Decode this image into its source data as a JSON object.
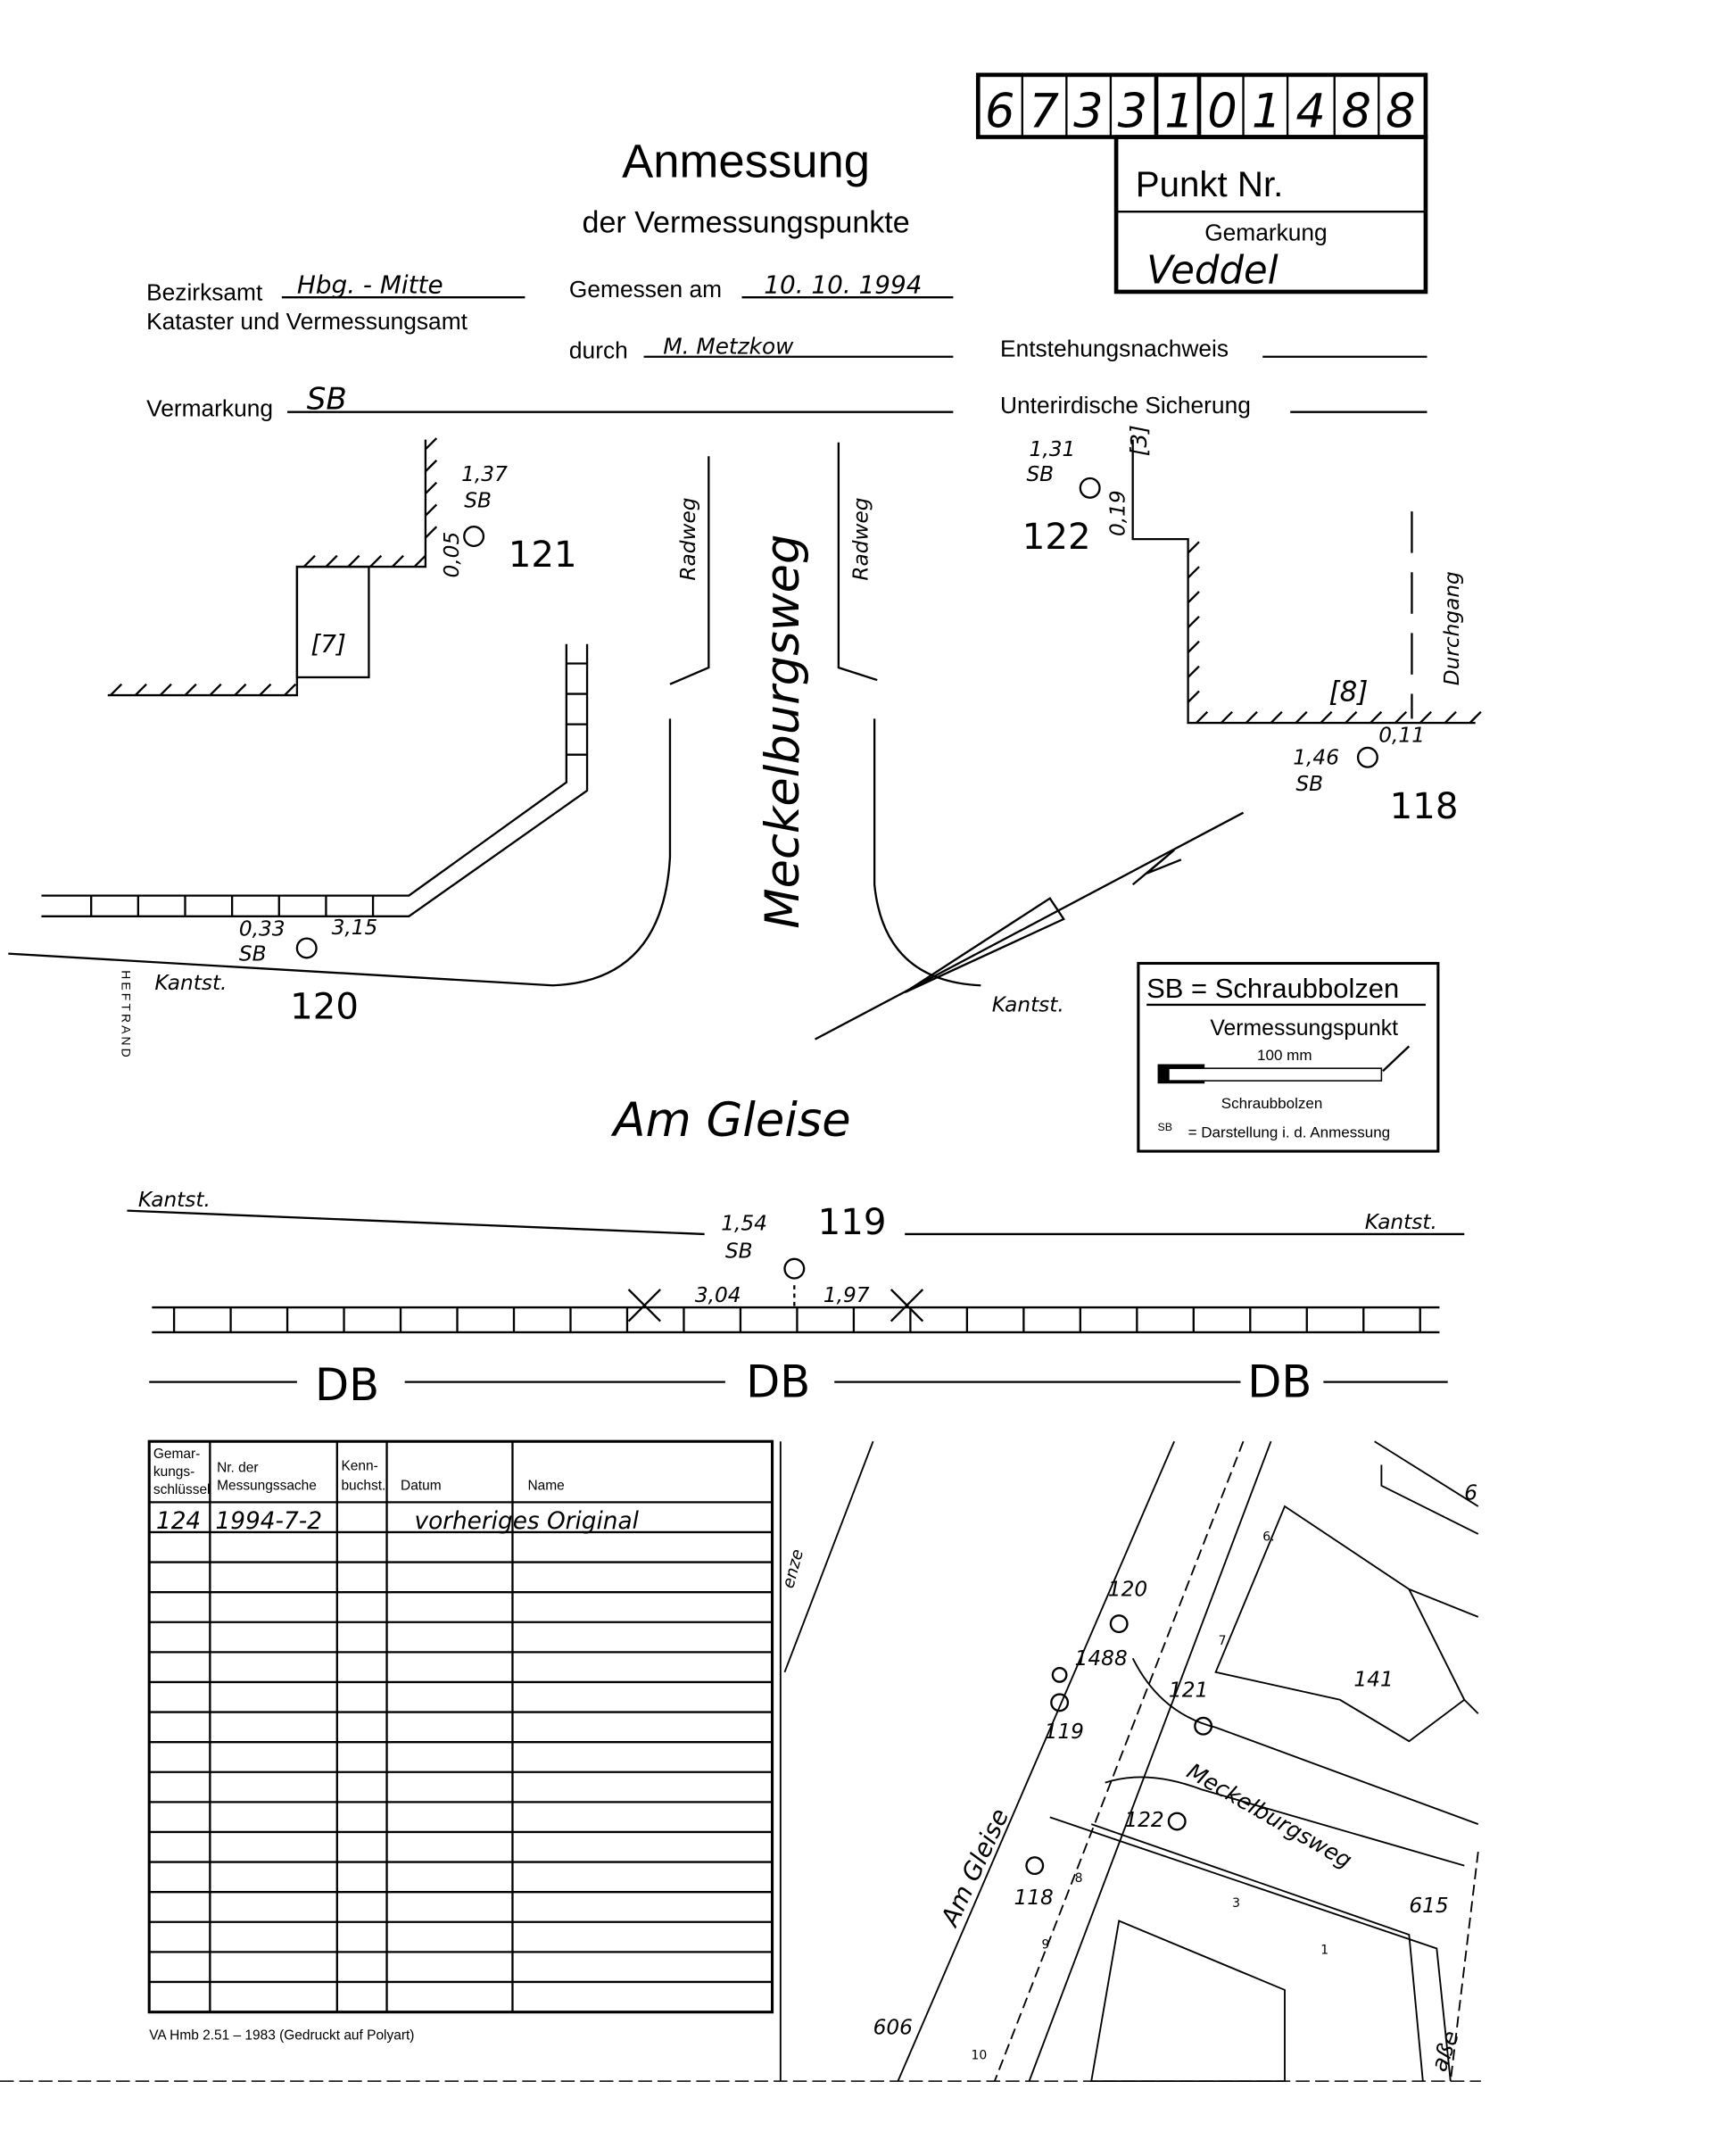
{
  "header": {
    "title": "Anmessung",
    "subtitle": "der Vermessungspunkte",
    "number_digits": [
      "6",
      "7",
      "3",
      "3",
      "1",
      "0",
      "1",
      "4",
      "8",
      "8"
    ],
    "punkt_label": "Punkt Nr.",
    "gemarkung_label": "Gemarkung",
    "gemarkung_value": "Veddel"
  },
  "form": {
    "bezirksamt_label": "Bezirksamt",
    "bezirksamt_value": "Hbg. - Mitte",
    "kataster_label": "Kataster und Vermessungsamt",
    "gemessen_label": "Gemessen am",
    "gemessen_value": "10. 10. 1994",
    "durch_label": "durch",
    "durch_value": "M. Metzkow",
    "vermarkung_label": "Vermarkung",
    "vermarkung_value": "SB",
    "entstehung_label": "Entstehungsnachweis",
    "sicherung_label": "Unterirdische Sicherung"
  },
  "sketch": {
    "points": [
      "121",
      "122",
      "118",
      "120",
      "119"
    ],
    "measures": {
      "p121": "1,37",
      "p121_off": "0,05",
      "p122": "1,31",
      "p122_off": "0,19",
      "p118": "1,46",
      "p118_off": "0,11",
      "p120": "0,33",
      "p120_off": "3,15",
      "p119": "1,54",
      "p119_a": "3,04",
      "p119_b": "1,97"
    },
    "sb": "SB",
    "box7": "[7]",
    "box8": "[8]",
    "box3": "[3]",
    "radweg": "Radweg",
    "street": "Meckelburgsweg",
    "durchgang": "Durchgang",
    "kantst": "Kantst.",
    "am_gleise": "Am Gleise",
    "db": "DB",
    "heftrand": "HEFTRAND"
  },
  "legend": {
    "title": "SB = Schraubbolzen",
    "line1": "Vermessungspunkt",
    "dim": "100 mm",
    "bolt": "Schraubbolzen",
    "sb": "SB",
    "desc": "= Darstellung i. d. Anmessung"
  },
  "table": {
    "headers": [
      "Gemar-kungs-schlüssel",
      "Nr. der Messungssache",
      "Kenn-buchst.",
      "Datum",
      "Name"
    ],
    "header_lines": [
      [
        "Gemar-",
        "kungs-",
        "schlüssel"
      ],
      [
        "Nr. der",
        "Messungssache"
      ],
      [
        "Kenn-",
        "buchst."
      ],
      [
        "Datum"
      ],
      [
        "Name"
      ]
    ],
    "rows": [
      [
        "124",
        "1994-7-2",
        "",
        "vorheriges Original",
        ""
      ]
    ]
  },
  "footer": "VA Hmb 2.51 – 1983 (Gedruckt auf Polyart)",
  "map": {
    "labels": [
      "120",
      "1488",
      "121",
      "119",
      "122",
      "118",
      "141",
      "615",
      "606",
      "6",
      "6.",
      "7",
      "8",
      "9",
      "10",
      "3",
      "1"
    ],
    "streets": [
      "Meckelburgsweg",
      "Am Gleise",
      "enze",
      "aße"
    ]
  }
}
